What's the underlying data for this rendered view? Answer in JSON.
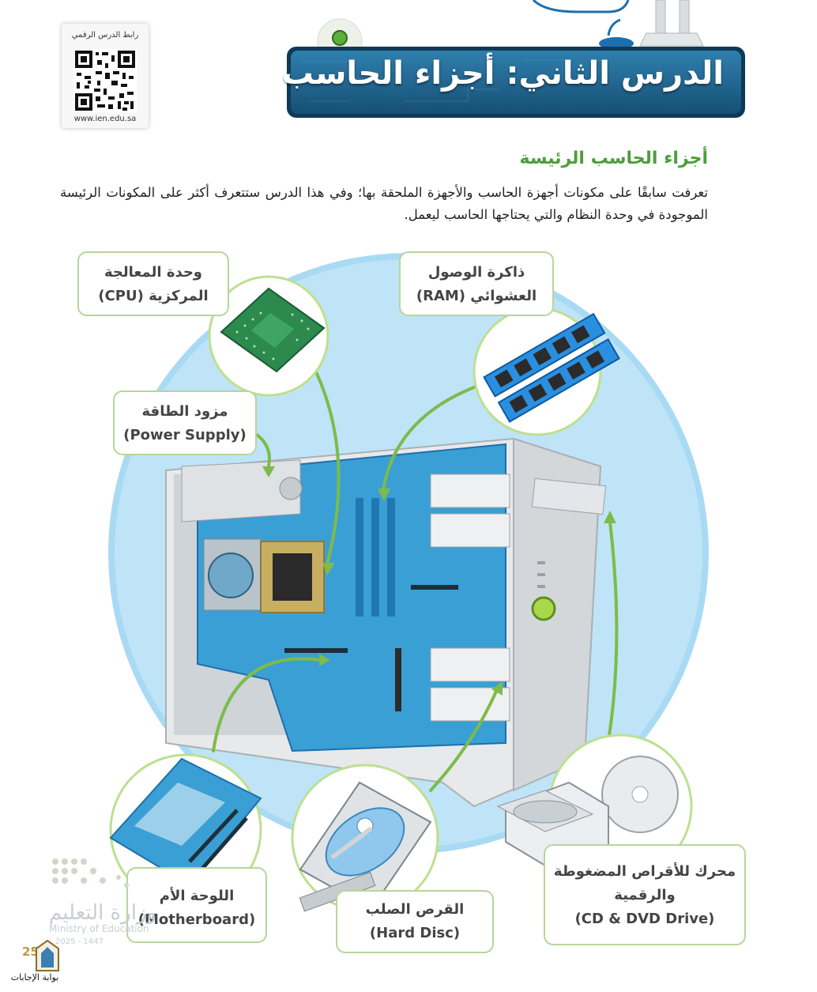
{
  "qr": {
    "label": "رابط الدرس الرقمي",
    "url": "www.ien.edu.sa"
  },
  "lesson_title": "الدرس الثاني: أجزاء الحاسب",
  "section_heading": "أجزاء الحاسب الرئيسة",
  "intro_text": "تعرفت سابقًا على مكونات أجهزة الحاسب والأجهزة الملحقة بها؛ وفي هذا الدرس ستتعرف أكثر على المكونات الرئيسة الموجودة في وحدة النظام والتي يحتاجها الحاسب ليعمل.",
  "labels": {
    "cpu": {
      "ar_line1": "وحدة المعالجة",
      "ar_line2": "المركزية (CPU)"
    },
    "ram": {
      "ar_line1": "ذاكرة الوصول",
      "ar_line2": "العشوائي (RAM)"
    },
    "power": {
      "ar": "مزود الطاقة",
      "en": "(Power Supply)"
    },
    "motherboard": {
      "ar": "اللوحة الأم",
      "en": "(Motherboard)"
    },
    "hdd": {
      "ar": "القرص الصلب",
      "en": "(Hard Disc)"
    },
    "optical": {
      "ar_line1": "محرك للأقراص المضغوطة",
      "ar_line2": "والرقمية",
      "en": "(CD & DVD Drive)"
    }
  },
  "watermark": {
    "ar": "وزارة التعليم",
    "en": "Ministry of Education",
    "year": "2025 - 1447"
  },
  "page_number": "25",
  "site_logo": "بوابة الإجابات",
  "colors": {
    "banner": "#1f5f86",
    "banner_border": "#0e3a57",
    "heading_green": "#4a9f38",
    "label_border": "#b8d59a",
    "circle_blue": "#9fd4f2",
    "arrow_green": "#7dbb4a",
    "board_blue": "#3a9fd4",
    "cpu_green": "#2c8a4e",
    "ram_blue": "#2a8fe0"
  },
  "icons": [
    "qr-code-icon",
    "cpu-chip-icon",
    "ram-module-icon",
    "motherboard-icon",
    "hard-disk-icon",
    "optical-drive-icon",
    "power-supply-icon",
    "computer-case-icon",
    "ministry-logo-icon"
  ]
}
